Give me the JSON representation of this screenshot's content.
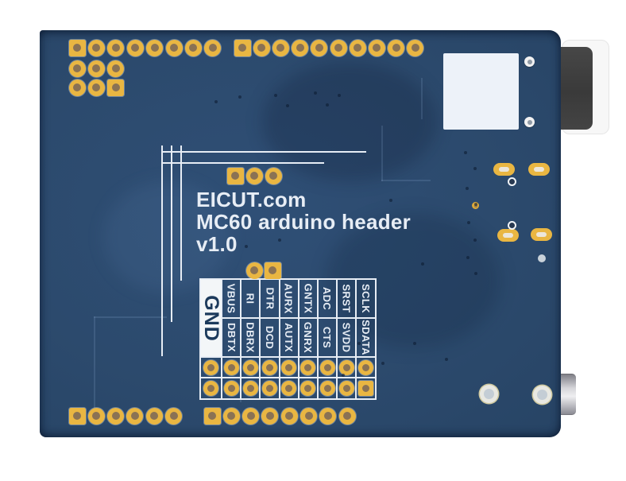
{
  "colors": {
    "board_navy": "#2c4a6d",
    "silkscreen_white": "#e7edf5",
    "pad_gold": "#e9b642",
    "pad_hole_bronze": "#8a7254",
    "gnd_cell_bg": "#f3f6f8",
    "gnd_text_navy": "#1c3a5c",
    "module_area_white": "#edf2f9",
    "connector_dark_gray": "#3e3e3e",
    "barrel_metal_gray": "#d6d6da"
  },
  "silkscreen": {
    "line1": "EICUT.com",
    "line2": "MC60 arduino header",
    "line3": "v1.0"
  },
  "pin_table": {
    "gnd_label": "GND",
    "columns": [
      {
        "top": "VBUS",
        "bottom": "DBTX"
      },
      {
        "top": "RI",
        "bottom": "DBRX"
      },
      {
        "top": "DTR",
        "bottom": "DCD"
      },
      {
        "top": "AURX",
        "bottom": "AUTX"
      },
      {
        "top": "GNTX",
        "bottom": "GNRX"
      },
      {
        "top": "ADC",
        "bottom": "CTS"
      },
      {
        "top": "SRST",
        "bottom": "SVDD"
      },
      {
        "top": "SCLK",
        "bottom": "SDATA"
      }
    ],
    "pad_grid": {
      "columns": 9,
      "rows": 2,
      "square_pad_position": "bottom-right"
    }
  },
  "headers": {
    "top_left_pins": 8,
    "top_right_pins": 10,
    "isp_row1_pins": 3,
    "isp_row2_pins": 3,
    "bottom_left_pins": 6,
    "bottom_right_pins": 8,
    "silk_pads_above_title": 3,
    "silk_pads_above_table": 2
  },
  "components": {
    "oval_test_pads": 4,
    "mounting_holes": 2,
    "module_corner_vias": 2
  }
}
